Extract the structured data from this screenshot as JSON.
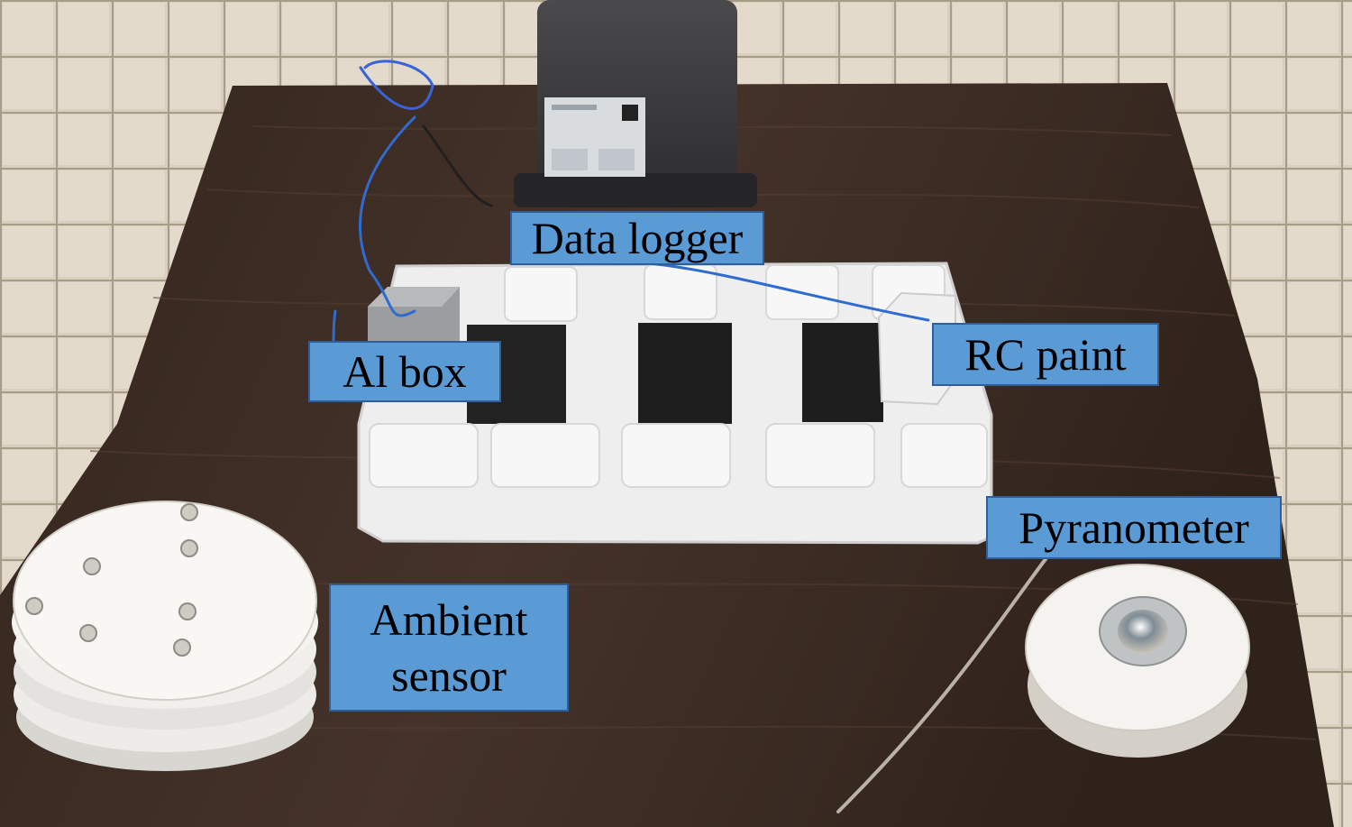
{
  "colors": {
    "label_fill": "#5b9bd5",
    "label_border": "#2f5f9a",
    "table_wood": "#3a2a22",
    "tile_floor": "#d8cfbf",
    "foam_white": "#f2f2f2",
    "logger_dark": "#3c3c3e",
    "cable_blue": "#2f6bd1"
  },
  "labels": {
    "data_logger": "Data logger",
    "al_box": "Al box",
    "rc_paint": "RC paint",
    "pyranometer": "Pyranometer",
    "ambient_sensor": [
      "Ambient",
      "sensor"
    ]
  }
}
